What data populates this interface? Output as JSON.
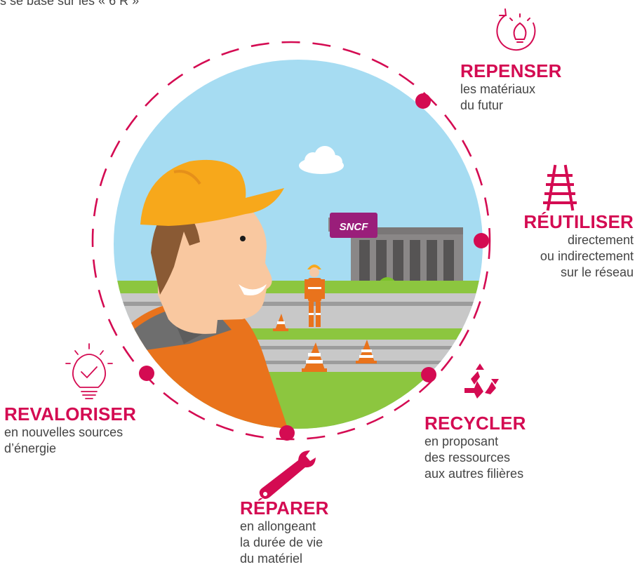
{
  "top_text": "s se base sur les « 6 R »",
  "brand_color": "#d40b52",
  "illustration": {
    "logo_text": "SNCF"
  },
  "steps": [
    {
      "title": "REPENSER",
      "description": "les matériaux\ndu futur",
      "icon": "lightbulb-refresh-icon"
    },
    {
      "title": "RÉUTILISER",
      "description": "directement\nou indirectement\nsur le réseau",
      "icon": "railway-track-icon"
    },
    {
      "title": "RECYCLER",
      "description": "en proposant\ndes ressources\naux autres filières",
      "icon": "recycle-icon"
    },
    {
      "title": "RÉPARER",
      "description": "en allongeant\nla durée de vie\ndu matériel",
      "icon": "wrench-icon"
    },
    {
      "title": "REVALORISER",
      "description": "en nouvelles sources\nd’énergie",
      "icon": "lightbulb-check-icon"
    }
  ]
}
